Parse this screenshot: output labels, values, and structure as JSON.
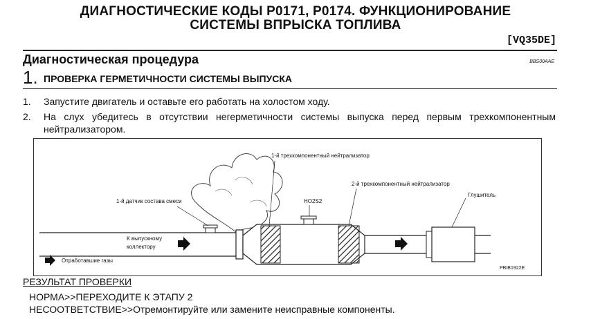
{
  "header": {
    "title_line1": "ДИАГНОСТИЧЕСКИЕ КОДЫ P0171, P0174. ФУНКЦИОНИРОВАНИЕ",
    "title_line2": "СИСТЕМЫ ВПРЫСКА ТОПЛИВА",
    "engine": "[VQ35DE]"
  },
  "procedure": {
    "title": "Диагностическая процедура",
    "code": "BBS00AAE",
    "step_number": "1.",
    "step_title": "ПРОВЕРКА ГЕРМЕТИЧНОСТИ СИСТЕМЫ ВЫПУСКА",
    "items": [
      {
        "num": "1.",
        "text": "Запустите двигатель и оставьте его работать на холостом ходу."
      },
      {
        "num": "2.",
        "text": "На слух убедитесь в отсутствии негерметичности системы выпуска перед первым трехкомпонентным нейтрализатором."
      }
    ]
  },
  "diagram": {
    "label_cat1": "1-й трехкомпонентный нейтрализатор",
    "label_sensor1": "1-й датчик состава смеси",
    "label_ho2s2": "HO2S2",
    "label_cat2": "2-й трехкомпонентный нейтрализатор",
    "label_muffler": "Глушитель",
    "label_manifold_1": "К выпускному",
    "label_manifold_2": "коллектору",
    "legend": "Отработавшие газы",
    "figure_code": "PBIB1922E"
  },
  "result": {
    "heading": "РЕЗУЛЬТАТ ПРОВЕРКИ",
    "ok": "НОРМА>>ПЕРЕХОДИТЕ К ЭТАПУ 2",
    "ng": "НЕСООТВЕТСТВИЕ>>Отремонтируйте или замените неисправные компоненты."
  }
}
